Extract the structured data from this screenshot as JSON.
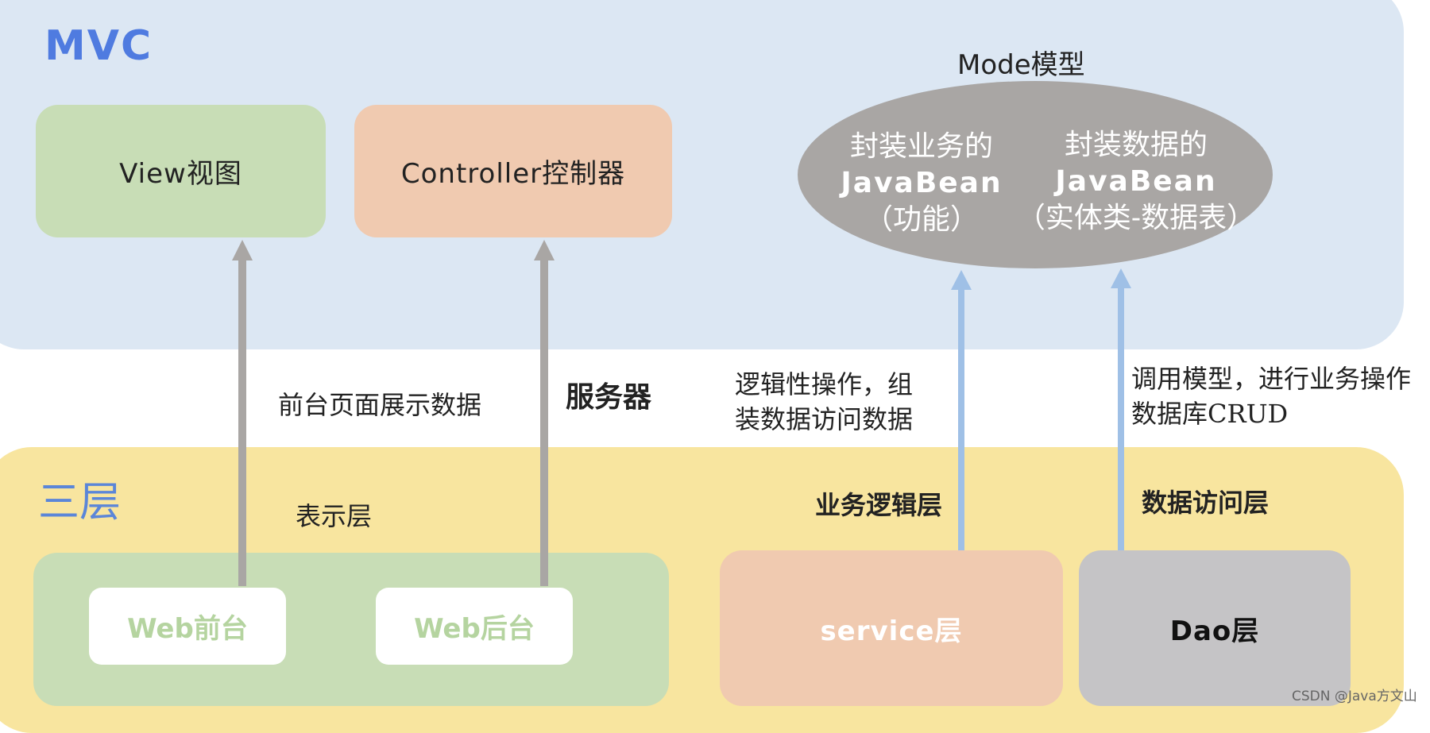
{
  "mvc": {
    "title": "MVC",
    "view": "View视图",
    "controller": "Controller控制器",
    "model_label": "Mode模型",
    "model_left": [
      "封装业务的",
      "JavaBean",
      "（功能）"
    ],
    "model_right": [
      "封装数据的",
      "JavaBean",
      "（实体类-数据表）"
    ]
  },
  "three_tier": {
    "title": "三层",
    "presentation_label": "表示层",
    "business_label": "业务逻辑层",
    "data_access_label": "数据访问层",
    "web_front": "Web前台",
    "web_back": "Web后台",
    "service": "service层",
    "dao": "Dao层"
  },
  "annotations": {
    "frontend_display": "前台页面展示数据",
    "server": "服务器",
    "logic_ops": [
      "逻辑性操作，组",
      "装数据访问数据"
    ],
    "call_model": [
      "调用模型，进行业务操作",
      "数据库CRUD"
    ]
  },
  "watermark": "CSDN @Java方文山",
  "colors": {
    "mvc_bg": "#dce7f3",
    "tier_bg": "#f8e59f",
    "green": "#c8ddb6",
    "peach": "#f0cab0",
    "gray_ellipse": "#a9a6a4",
    "dao_gray": "#c5c4c6",
    "gray_arrow": "#a9a6a4",
    "blue_arrow": "#9fc0e6",
    "accent_blue": "#4f7be0"
  }
}
